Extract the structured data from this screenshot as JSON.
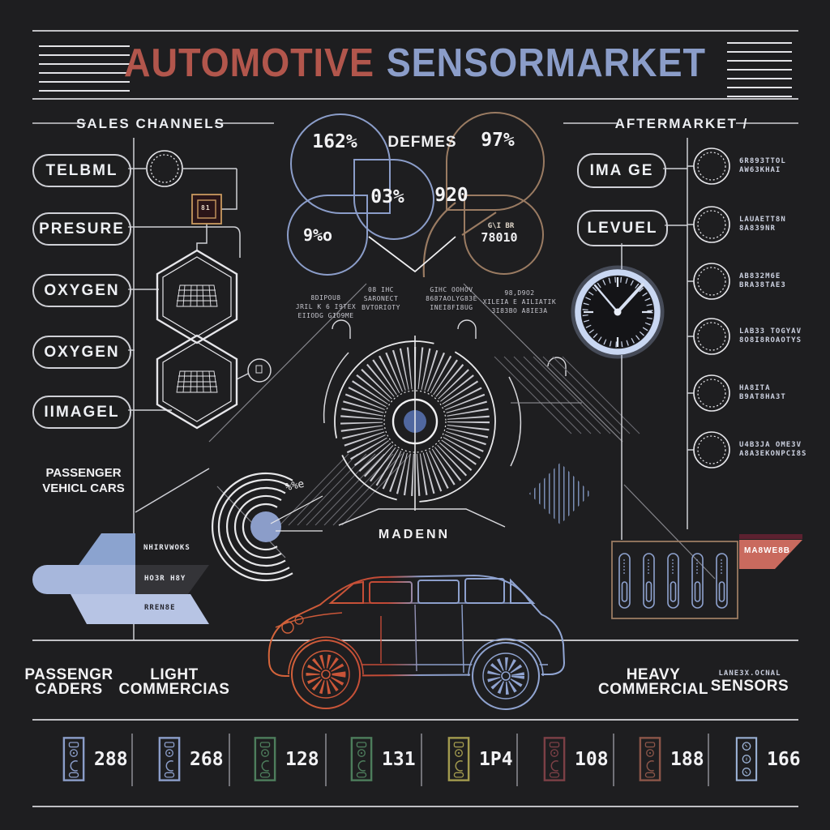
{
  "title": {
    "word1": "AUTOMOTIVE",
    "word2": "SENSORMARKET"
  },
  "sales": {
    "header": "SALES CHANNELS",
    "pills": [
      "TELBML",
      "PRESURE",
      "OXYGEN",
      "OXYGEN",
      "IIMAGEL"
    ],
    "chip_text": "81",
    "passenger": {
      "line1": "PASSENGER",
      "line2": "VEHICL CARS"
    },
    "chevrons": [
      "NHIRVWOKS",
      "HO3R H8Y",
      "RREN8E"
    ]
  },
  "venn": {
    "defmes": "DEFMES",
    "v162": "162%",
    "v97": "97%",
    "v03": "03%",
    "v920": "920",
    "v9": "9%o",
    "gibr": "G\\I BR",
    "v78010": "78010"
  },
  "micro": {
    "col1": [
      "8DIPOU8",
      "JRIL K 6 I9TEX",
      "EIIODG GIO9ME"
    ],
    "col2": [
      "08 IHC",
      "SARONECT",
      "BVTORIOTY"
    ],
    "col3": [
      "GIHC OOHOV",
      "8687AOLYG83E",
      "INEI8FI8UG"
    ],
    "col4": [
      "98,D9O2",
      "XILEIA E AILIATIK",
      "3I83BO A8IE3A"
    ]
  },
  "center": {
    "madenn": "MADENN",
    "scribble": "%%e"
  },
  "aftermarket": {
    "header": "AFTERMARKET /",
    "pills": [
      "IMA GE",
      "LEVUEL"
    ],
    "items": [
      {
        "l1": "6R893TTOL",
        "l2": "AW63KHAI"
      },
      {
        "l1": "LAUAETT8N",
        "l2": "8A839NR"
      },
      {
        "l1": "AB832M6E",
        "l2": "BRA38TAE3"
      },
      {
        "l1": "LAB33 TOGYAV",
        "l2": "8O8I8ROAOTYS"
      },
      {
        "l1": "HA8ITA",
        "l2": "B9AT8HA3T"
      },
      {
        "l1": "U4B3JA OME3V",
        "l2": "A8A3EKONPCI8S"
      }
    ],
    "tag": "MA8WE8B"
  },
  "bottom_labels": [
    {
      "l1": "PASSENGR",
      "l2": "CADERS"
    },
    {
      "l1": "LIGHT",
      "l2": "COMMERCIAS"
    },
    {
      "l1": "HEAVY",
      "l2": "COMMERCIAL"
    },
    {
      "l1": "LANE3X.OCNAL",
      "l2": "SENSORS"
    }
  ],
  "counters": [
    {
      "value": "288",
      "color": "#8b9dc9"
    },
    {
      "value": "268",
      "color": "#8b9dc9"
    },
    {
      "value": "128",
      "color": "#4d7d5c"
    },
    {
      "value": "131",
      "color": "#4d7d5c"
    },
    {
      "value": "1P4",
      "color": "#a29a4e"
    },
    {
      "value": "108",
      "color": "#7c4046"
    },
    {
      "value": "188",
      "color": "#8a5548"
    },
    {
      "value": "166",
      "color": "#9db4d8"
    }
  ],
  "colors": {
    "background": "#1e1e20",
    "accent_red": "#b2564c",
    "accent_blue": "#8b9dc9",
    "brown": "#9a7b62",
    "tag_red": "#c96a5e",
    "line": "#d8d8dc"
  }
}
